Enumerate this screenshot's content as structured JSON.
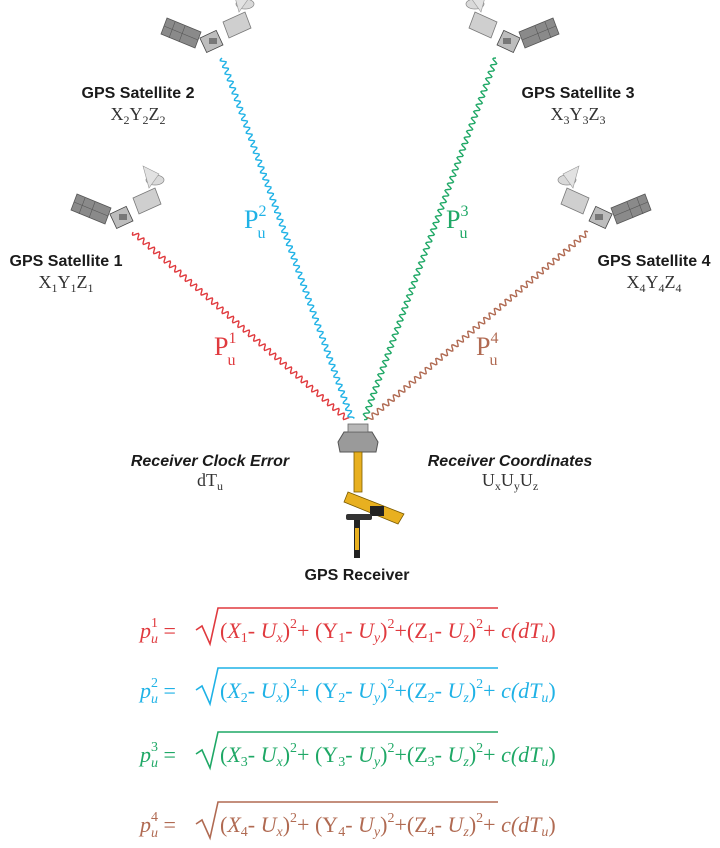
{
  "satellites": [
    {
      "id": "1",
      "label": "GPS Satellite 1",
      "coord": {
        "x": "X",
        "xi": "1",
        "y": "Y",
        "yi": "1",
        "z": "Z",
        "zi": "1"
      },
      "color": "#e03a3e",
      "range_letter": "P",
      "range_sub": "u",
      "range_sup": "1"
    },
    {
      "id": "2",
      "label": "GPS Satellite 2",
      "coord": {
        "x": "X",
        "xi": "2",
        "y": "Y",
        "yi": "2",
        "z": "Z",
        "zi": "2"
      },
      "color": "#1fb2e6",
      "range_letter": "P",
      "range_sub": "u",
      "range_sup": "2"
    },
    {
      "id": "3",
      "label": "GPS Satellite 3",
      "coord": {
        "x": "X",
        "xi": "3",
        "y": "Y",
        "yi": "3",
        "z": "Z",
        "zi": "3"
      },
      "color": "#1fa866",
      "range_letter": "P",
      "range_sub": "u",
      "range_sup": "3"
    },
    {
      "id": "4",
      "label": "GPS Satellite 4",
      "coord": {
        "x": "X",
        "xi": "4",
        "y": "Y",
        "yi": "4",
        "z": "Z",
        "zi": "4"
      },
      "color": "#b06a52",
      "range_letter": "P",
      "range_sub": "u",
      "range_sup": "4"
    }
  ],
  "receiver": {
    "label": "GPS Receiver",
    "clock_error_label": "Receiver Clock Error",
    "clock_error_symbol": "dT",
    "clock_error_sub": "u",
    "coords_label": "Receiver Coordinates",
    "coords": {
      "a": "U",
      "as": "x",
      "b": "U",
      "bs": "y",
      "c": "U",
      "cs": "z"
    }
  },
  "equations": [
    {
      "lhs": "p",
      "lhs_sub": "u",
      "lhs_sup": "1",
      "idx": "1",
      "color": "#e03a3e"
    },
    {
      "lhs": "p",
      "lhs_sub": "u",
      "lhs_sup": "2",
      "idx": "2",
      "color": "#1fb2e6"
    },
    {
      "lhs": "p",
      "lhs_sub": "u",
      "lhs_sup": "3",
      "idx": "3",
      "color": "#1fa866"
    },
    {
      "lhs": "p",
      "lhs_sub": "u",
      "lhs_sup": "4",
      "idx": "4",
      "color": "#b06a52"
    }
  ],
  "eq_parts": {
    "equals": "=",
    "X": "X",
    "Y": "Y",
    "Z": "Z",
    "minus": "- ",
    "Ux": "U",
    "Uxs": "x",
    "Uy": "U",
    "Uys": "y",
    "Uz": "U",
    "Uzs": "z",
    "sq": "2",
    "plus": "+",
    "c": "c",
    "dT": "dT",
    "dTs": "u"
  }
}
